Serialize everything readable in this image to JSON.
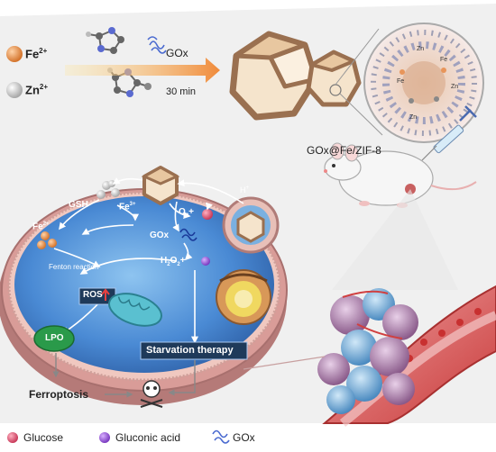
{
  "synthesis": {
    "ion_fe": "Fe",
    "ion_fe_charge": "2+",
    "ion_zn": "Zn",
    "ion_zn_charge": "2+",
    "enzyme": "GOx",
    "time": "30 min",
    "product": "GOx@Fe/ZIF-8",
    "zif_node": "Zn",
    "fe_node": "Fe"
  },
  "cell": {
    "h_plus": "H",
    "h_plus_charge": "+",
    "gsh": "GSH",
    "fe3": "Fe",
    "fe3_charge": "3+",
    "o2": "O",
    "o2_sub": "2",
    "o2_plus": "+",
    "fe2": "Fe",
    "fe2_charge": "2+",
    "gox": "GOx",
    "fenton": "Fenton reaction",
    "h2o2_h": "H",
    "h2o2_sub1": "2",
    "h2o2_o": "O",
    "h2o2_sub2": "2",
    "h2o2_plus": "+",
    "ros": "ROS",
    "lpo": "LPO",
    "starvation": "Starvation therapy",
    "ferroptosis": "Ferroptosis"
  },
  "legend": {
    "glucose": "Glucose",
    "gluconic": "Gluconic acid",
    "gox": "GOx"
  },
  "colors": {
    "fe": "#e8955a",
    "zn": "#d8d8d8",
    "glucose": "#e05a7a",
    "gluconic": "#9a5ad0",
    "gox": "#4a6ad0",
    "cell_blue": "#3a78c8",
    "membrane": "#c98f8c",
    "dark_box": "#1f3a5a"
  }
}
